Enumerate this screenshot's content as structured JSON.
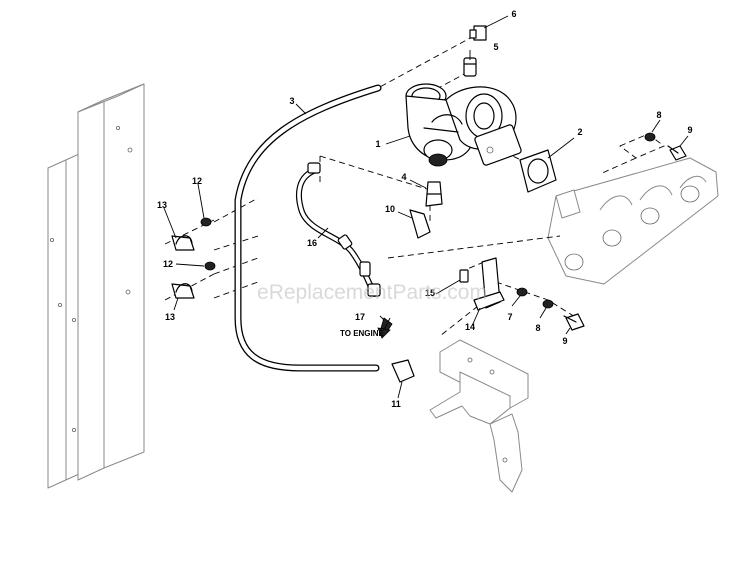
{
  "diagram": {
    "callouts": [
      {
        "id": "c1",
        "label": "1"
      },
      {
        "id": "c2",
        "label": "2"
      },
      {
        "id": "c3",
        "label": "3"
      },
      {
        "id": "c4",
        "label": "4"
      },
      {
        "id": "c5",
        "label": "5"
      },
      {
        "id": "c6",
        "label": "6"
      },
      {
        "id": "c7",
        "label": "7"
      },
      {
        "id": "c8a",
        "label": "8"
      },
      {
        "id": "c8b",
        "label": "8"
      },
      {
        "id": "c9a",
        "label": "9"
      },
      {
        "id": "c9b",
        "label": "9"
      },
      {
        "id": "c10",
        "label": "10"
      },
      {
        "id": "c11",
        "label": "11"
      },
      {
        "id": "c12a",
        "label": "12"
      },
      {
        "id": "c12b",
        "label": "12"
      },
      {
        "id": "c13a",
        "label": "13"
      },
      {
        "id": "c13b",
        "label": "13"
      },
      {
        "id": "c14",
        "label": "14"
      },
      {
        "id": "c15",
        "label": "15"
      },
      {
        "id": "c16",
        "label": "16"
      },
      {
        "id": "c17",
        "label": "17"
      }
    ],
    "to_engine_label": "TO ENGINE",
    "watermark": "eReplacementParts.com"
  }
}
